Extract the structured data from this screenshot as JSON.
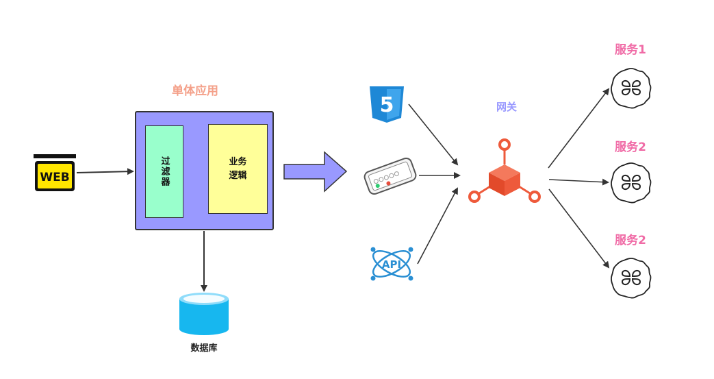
{
  "monolith": {
    "title": "单体应用",
    "filter_label": "过滤器",
    "logic_label": "业务逻辑"
  },
  "web": {
    "label": "WEB"
  },
  "database": {
    "label": "数据库"
  },
  "clients": {
    "html5_label": "5",
    "api_label": "API"
  },
  "gateway": {
    "label": "网关"
  },
  "services": [
    {
      "label": "服务1"
    },
    {
      "label": "服务2"
    },
    {
      "label": "服务2"
    }
  ],
  "colors": {
    "monolith_fill": "#9999ff",
    "filter_fill": "#99ffcc",
    "logic_fill": "#ffff99",
    "title_color": "#f4a089",
    "gateway_text": "#9999ff",
    "gateway_icon": "#ee5a3b",
    "service_text": "#f06ba6",
    "html5": "#1e88d6",
    "database": "#17b7ef",
    "api_icon": "#2a8fd3",
    "web_badge": "#ffe600"
  },
  "icons": {
    "web": "web-badge-icon",
    "database": "database-cylinder-icon",
    "html5": "html5-shield-icon",
    "phone": "smartphone-icon",
    "api": "api-orbit-icon",
    "gateway": "gateway-cube-icon",
    "service": "service-cloud-icon"
  }
}
